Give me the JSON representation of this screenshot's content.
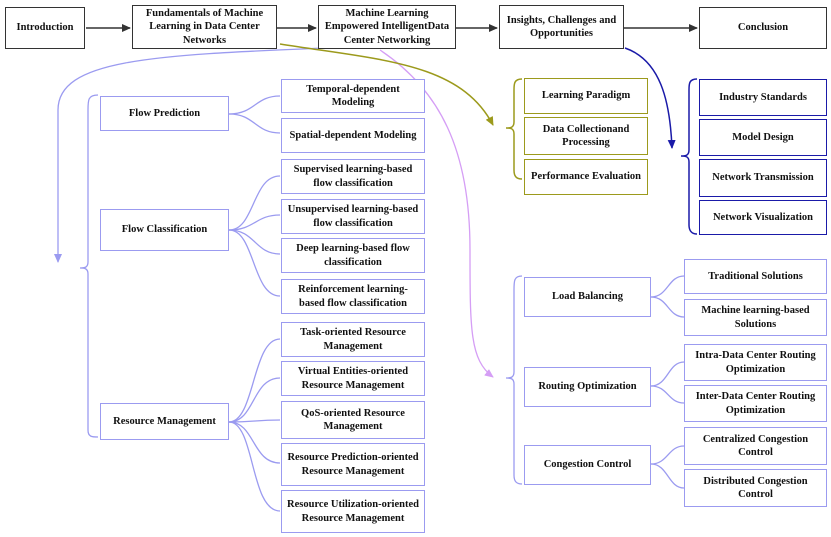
{
  "top": {
    "introduction": "Introduction",
    "fundamentals": "Fundamentals of Machine Learning in Data Center Networks",
    "ml_empowered": "Machine Learning Empowered IntelligentData Center Networking",
    "insights": "Insights, Challenges and Opportunities",
    "conclusion": "Conclusion"
  },
  "flow_prediction": {
    "label": "Flow Prediction",
    "children": [
      "Temporal-dependent Modeling",
      "Spatial-dependent Modeling"
    ]
  },
  "flow_classification": {
    "label": "Flow Classification",
    "children": [
      "Supervised learning-based flow classification",
      "Unsupervised learning-based flow classification",
      "Deep learning-based flow classification",
      "Reinforcement learning-based flow classification"
    ]
  },
  "resource_management": {
    "label": "Resource Management",
    "children": [
      "Task-oriented Resource Management",
      "Virtual Entities-oriented Resource Management",
      "QoS-oriented Resource Management",
      "Resource Prediction-oriented Resource Management",
      "Resource Utilization-oriented Resource Management"
    ]
  },
  "fundamentals_children": [
    "Learning Paradigm",
    "Data Collectionand Processing",
    "Performance Evaluation"
  ],
  "insights_children": [
    "Industry Standards",
    "Model Design",
    "Network Transmission",
    "Network Visualization"
  ],
  "load_balancing": {
    "label": "Load Balancing",
    "children": [
      "Traditional Solutions",
      "Machine learning-based Solutions"
    ]
  },
  "routing_optimization": {
    "label": "Routing Optimization",
    "children": [
      "Intra-Data Center Routing Optimization",
      "Inter-Data Center Routing Optimization"
    ]
  },
  "congestion_control": {
    "label": "Congestion Control",
    "children": [
      "Centralized Congestion Control",
      "Distributed Congestion Control"
    ]
  },
  "colors": {
    "black": "#333333",
    "lavender": "#9b9bf0",
    "violet": "#d59ef5",
    "olive": "#9c9a1c",
    "navy": "#1a1aa8"
  }
}
